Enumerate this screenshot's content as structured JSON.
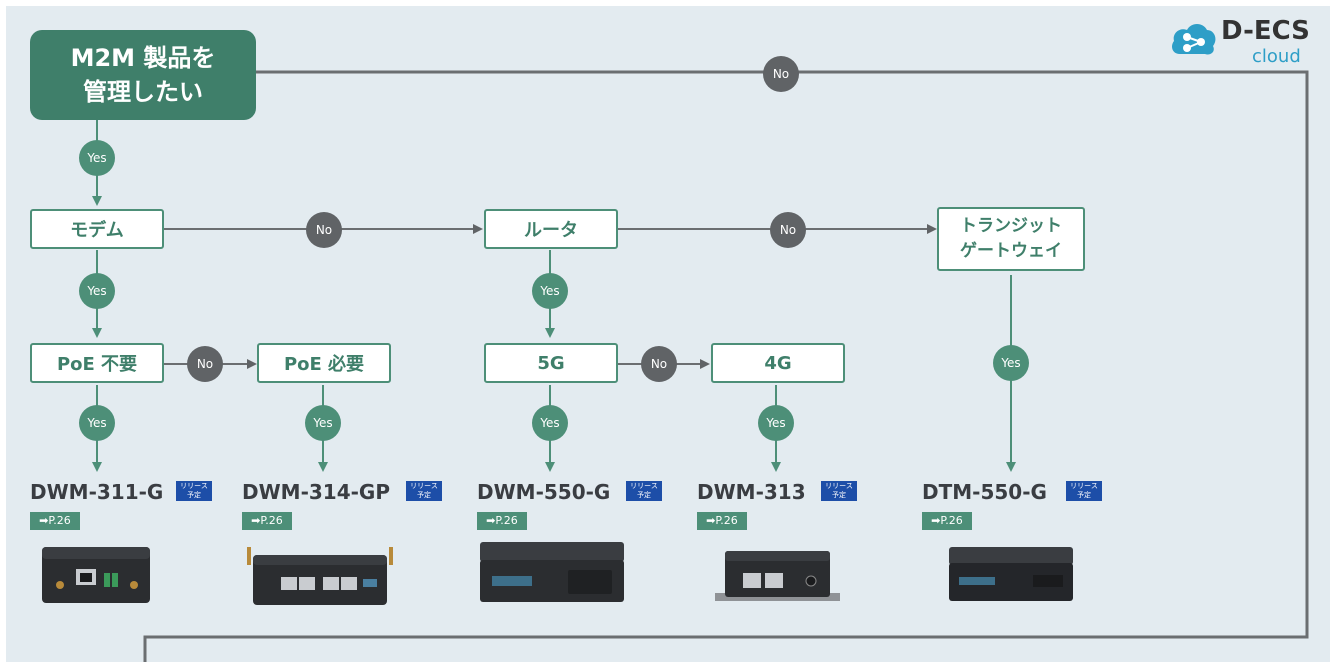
{
  "start": {
    "line1": "M2M 製品を",
    "line2": "管理したい"
  },
  "nodes": {
    "modem": "モデム",
    "router": "ルータ",
    "transit_l1": "トランジット",
    "transit_l2": "ゲートウェイ",
    "poe_no": "PoE 不要",
    "poe_yes": "PoE 必要",
    "g5": "5G",
    "g4": "4G"
  },
  "yes": "Yes",
  "no": "No",
  "release_l1": "リリース",
  "release_l2": "予定",
  "page_ref": "➡P.26",
  "products": [
    "DWM-311-G",
    "DWM-314-GP",
    "DWM-550-G",
    "DWM-313",
    "DTM-550-G"
  ],
  "logo": {
    "name": "D-ECS",
    "sub": "cloud"
  },
  "colors": {
    "green": "#4d8f78",
    "dark_green": "#3f7f6a",
    "gray": "#606366",
    "panel": "#e3ebf0",
    "release": "#1d4ea8",
    "logo_blue": "#2e9ec7"
  }
}
